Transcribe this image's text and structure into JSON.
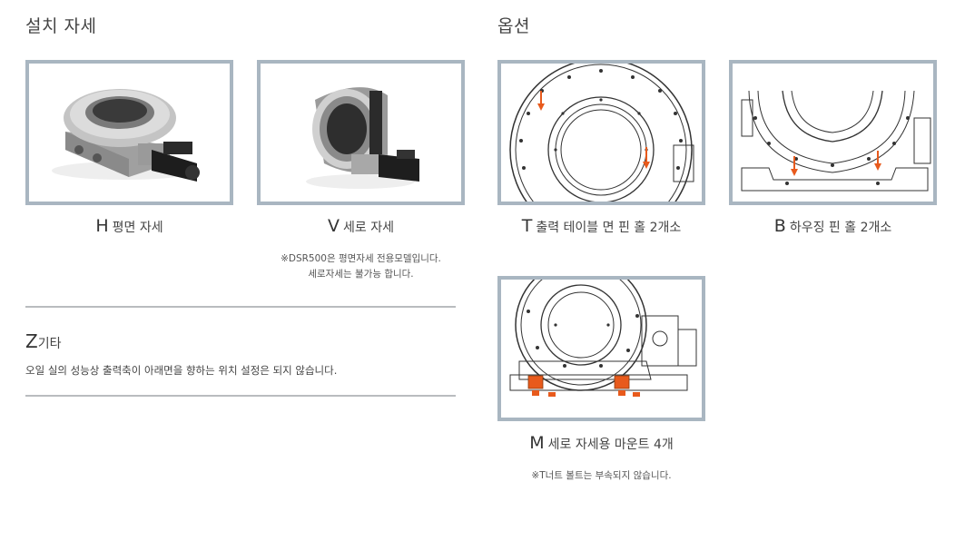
{
  "install": {
    "title": "설치 자세",
    "h": {
      "letter": "H",
      "label": "평면 자세"
    },
    "v": {
      "letter": "V",
      "label": "세로 자세"
    },
    "note_line1": "※DSR500은 평면자세 전용모델입니다.",
    "note_line2": "세로자세는 불가능 합니다."
  },
  "other": {
    "letter": "Z",
    "label": "기타",
    "desc": "오일 실의 성능상 출력축이 아래면을 향하는 위치 설정은 되지 않습니다."
  },
  "options": {
    "title": "옵션",
    "t": {
      "letter": "T",
      "label": "출력 테이블 면 핀 홀 2개소"
    },
    "b": {
      "letter": "B",
      "label": "하우징 핀 홀 2개소"
    },
    "m": {
      "letter": "M",
      "label": "세로 자세용 마운트 4개"
    },
    "note": "※T너트 볼트는 부속되지 않습니다."
  },
  "colors": {
    "frame": "#a9b6c1",
    "accent": "#e85a1c",
    "rule": "#b9bcbf"
  }
}
